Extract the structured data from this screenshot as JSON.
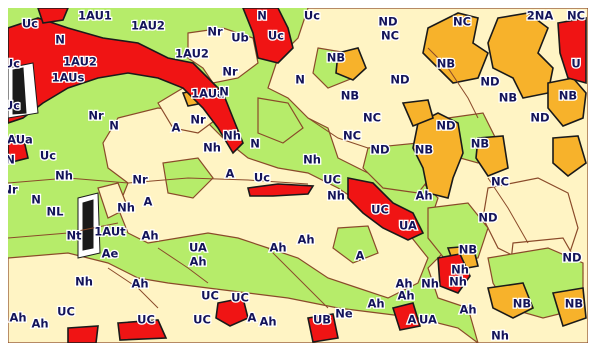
{
  "map": {
    "colors": {
      "zone_n": "#b6ec6a",
      "zone_a": "#fff4c4",
      "zone_nb": "#f7b22b",
      "zone_u": "#f01414",
      "boundary": "#8a4a2a"
    },
    "labels": [
      {
        "id": "uc-1",
        "text": "Uc"
      },
      {
        "id": "n-1",
        "text": "N"
      },
      {
        "id": "1au1",
        "text": "1AU1"
      },
      {
        "id": "1au2-a",
        "text": "1AU2"
      },
      {
        "id": "n-2",
        "text": "N"
      },
      {
        "id": "uc-2",
        "text": "Uc"
      },
      {
        "id": "uc-3",
        "text": "Uc"
      },
      {
        "id": "nc-1",
        "text": "NC"
      },
      {
        "id": "nd-1",
        "text": "ND"
      },
      {
        "id": "nc-2",
        "text": "NC"
      },
      {
        "id": "nc-3",
        "text": "NC"
      },
      {
        "id": "2na",
        "text": "2NA"
      },
      {
        "id": "uc-4",
        "text": "Uc"
      },
      {
        "id": "1au2-b",
        "text": "1AU2"
      },
      {
        "id": "1aus",
        "text": "1AUs"
      },
      {
        "id": "1au2-c",
        "text": "1AU2"
      },
      {
        "id": "nr-1",
        "text": "Nr"
      },
      {
        "id": "ub",
        "text": "Ub"
      },
      {
        "id": "nb-1",
        "text": "NB"
      },
      {
        "id": "nb-2",
        "text": "NB"
      },
      {
        "id": "u-1",
        "text": "U"
      },
      {
        "id": "nr-2",
        "text": "Nr"
      },
      {
        "id": "n-3",
        "text": "N"
      },
      {
        "id": "nd-2",
        "text": "ND"
      },
      {
        "id": "nd-3",
        "text": "ND"
      },
      {
        "id": "nb-3",
        "text": "NB"
      },
      {
        "id": "uc-5",
        "text": "Uc"
      },
      {
        "id": "1aua",
        "text": "1AUa"
      },
      {
        "id": "n-4",
        "text": "N"
      },
      {
        "id": "nb-4",
        "text": "NB"
      },
      {
        "id": "nb-5",
        "text": "NB"
      },
      {
        "id": "nr-3",
        "text": "Nr"
      },
      {
        "id": "n-5",
        "text": "N"
      },
      {
        "id": "nr-4",
        "text": "Nr"
      },
      {
        "id": "nc-4",
        "text": "NC"
      },
      {
        "id": "nd-4",
        "text": "ND"
      },
      {
        "id": "nd-5",
        "text": "ND"
      },
      {
        "id": "1aua-b",
        "text": "1AUa"
      },
      {
        "id": "nh-1",
        "text": "Nh"
      },
      {
        "id": "n-6",
        "text": "N"
      },
      {
        "id": "nc-5",
        "text": "NC"
      },
      {
        "id": "nd-6",
        "text": "ND"
      },
      {
        "id": "nb-6",
        "text": "NB"
      },
      {
        "id": "nb-7",
        "text": "NB"
      },
      {
        "id": "uc-6",
        "text": "Uc"
      },
      {
        "id": "n-7",
        "text": "N"
      },
      {
        "id": "a-1",
        "text": "A"
      },
      {
        "id": "nh-2",
        "text": "Nh"
      },
      {
        "id": "nh-3",
        "text": "Nh"
      },
      {
        "id": "nh-4",
        "text": "Nh"
      },
      {
        "id": "a-2",
        "text": "A"
      },
      {
        "id": "nr-5",
        "text": "Nr"
      },
      {
        "id": "uc-7",
        "text": "UC"
      },
      {
        "id": "uc-8",
        "text": "Uc"
      },
      {
        "id": "nc-6",
        "text": "NC"
      },
      {
        "id": "nr-6",
        "text": "Nr"
      },
      {
        "id": "nh-5",
        "text": "Nh"
      },
      {
        "id": "ah-1",
        "text": "Ah"
      },
      {
        "id": "n-8",
        "text": "N"
      },
      {
        "id": "nl",
        "text": "NL"
      },
      {
        "id": "nh-6",
        "text": "Nh"
      },
      {
        "id": "a-3",
        "text": "A"
      },
      {
        "id": "uc-9",
        "text": "UC"
      },
      {
        "id": "nd-7",
        "text": "ND"
      },
      {
        "id": "nt",
        "text": "Nt"
      },
      {
        "id": "1aut",
        "text": "1AUt"
      },
      {
        "id": "ah-2",
        "text": "Ah"
      },
      {
        "id": "ua-1",
        "text": "UA"
      },
      {
        "id": "ua-2",
        "text": "UA"
      },
      {
        "id": "ah-3",
        "text": "Ah"
      },
      {
        "id": "ah-4",
        "text": "Ah"
      },
      {
        "id": "ae",
        "text": "Ae"
      },
      {
        "id": "ah-5",
        "text": "Ah"
      },
      {
        "id": "a-4",
        "text": "A"
      },
      {
        "id": "nb-8",
        "text": "NB"
      },
      {
        "id": "nh-7",
        "text": "Nh"
      },
      {
        "id": "nd-8",
        "text": "ND"
      },
      {
        "id": "nh-8",
        "text": "Nh"
      },
      {
        "id": "nh-9",
        "text": "Nh"
      },
      {
        "id": "ah-6",
        "text": "Ah"
      },
      {
        "id": "nh-10",
        "text": "Nh"
      },
      {
        "id": "ah-7",
        "text": "Ah"
      },
      {
        "id": "ah-8",
        "text": "Ah"
      },
      {
        "id": "uc-10",
        "text": "UC"
      },
      {
        "id": "uc-11",
        "text": "UC"
      },
      {
        "id": "ne",
        "text": "Ne"
      },
      {
        "id": "ah-9",
        "text": "Ah"
      },
      {
        "id": "ah-10",
        "text": "Ah"
      },
      {
        "id": "nb-9",
        "text": "NB"
      },
      {
        "id": "nb-10",
        "text": "NB"
      },
      {
        "id": "ah-11",
        "text": "Ah"
      },
      {
        "id": "uc-12",
        "text": "UC"
      },
      {
        "id": "uc-13",
        "text": "UC"
      },
      {
        "id": "uc-14",
        "text": "UC"
      },
      {
        "id": "a-5",
        "text": "A"
      },
      {
        "id": "ah-12",
        "text": "Ah"
      },
      {
        "id": "ub-2",
        "text": "UB"
      },
      {
        "id": "a-6",
        "text": "A"
      },
      {
        "id": "ua-3",
        "text": "UA"
      },
      {
        "id": "ah-13",
        "text": "Ah"
      },
      {
        "id": "nh-11",
        "text": "Nh"
      }
    ]
  }
}
